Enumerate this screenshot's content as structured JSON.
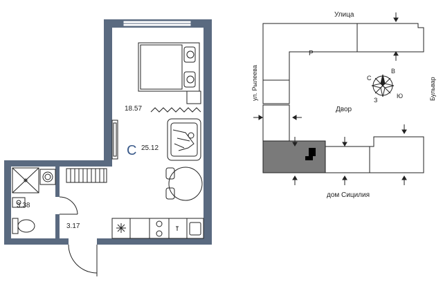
{
  "floor_plan": {
    "areas": {
      "living": "18.57",
      "total": "25.12",
      "bathroom": "3.38",
      "hallway": "3.17"
    },
    "total_symbol": "C"
  },
  "site_plan": {
    "labels": {
      "street": "Улица",
      "street_left": "ул. Рылеева",
      "boulevard": "Бульвар",
      "yard": "Двор",
      "house": "дом Сицилия",
      "parking": "P"
    },
    "compass": {
      "north": "С",
      "east": "В",
      "south": "Ю",
      "west": "З"
    }
  },
  "colors": {
    "wall": "#5a6a80",
    "highlight": "#7a7a7a",
    "apartment": "#000000"
  }
}
